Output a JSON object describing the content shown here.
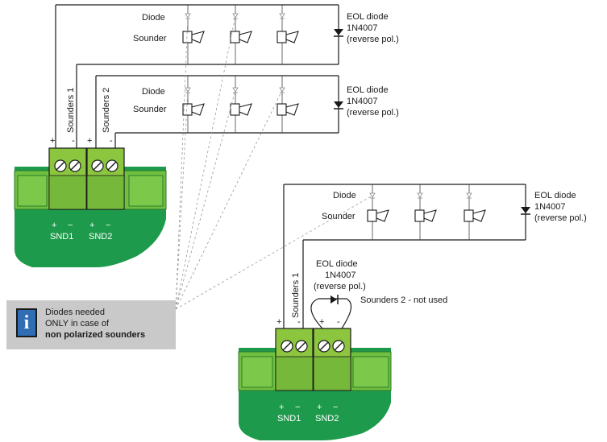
{
  "labels": {
    "diode": "Diode",
    "sounder": "Sounder",
    "eol_line1": "EOL diode",
    "eol_line2": "1N4007",
    "eol_line3": "(reverse pol.)",
    "sounders1": "Sounders 1",
    "sounders2": "Sounders 2",
    "not_used": "Sounders 2 - not used",
    "plus": "+",
    "minus": "-",
    "snd1": "SND1",
    "snd2": "SND2"
  },
  "note": {
    "line1": "Diodes needed",
    "line2": "ONLY in case of",
    "line3": "non polarized sounders",
    "icon": "info-icon"
  },
  "colors": {
    "board": "#1e9a4c",
    "connector": "#8cc63f",
    "wire": "#1a1a1a",
    "info_blue": "#2f6db5",
    "note_bg": "#c9c9c9"
  }
}
